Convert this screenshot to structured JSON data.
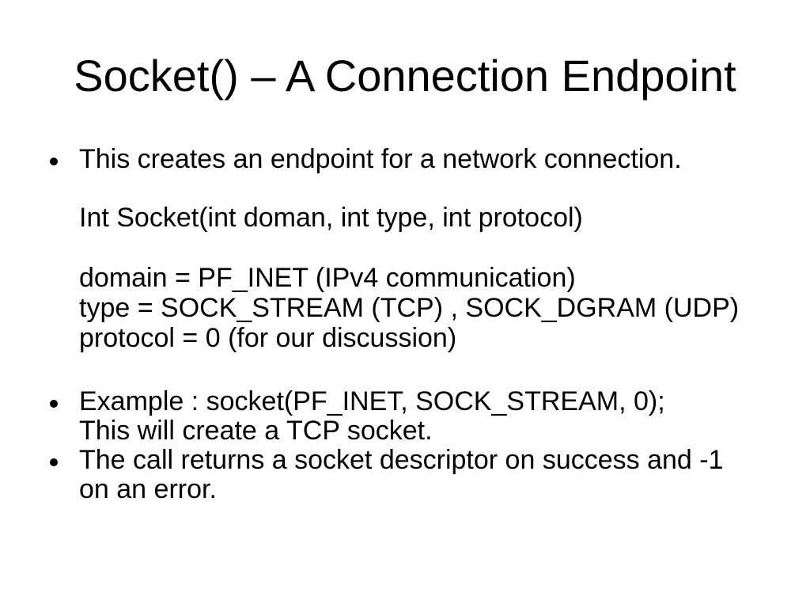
{
  "slide": {
    "title": "Socket() – A Connection Endpoint",
    "colors": {
      "background": "#ffffff",
      "text": "#000000"
    },
    "groups": [
      {
        "bullet": true,
        "lines": [
          "This creates an endpoint for a network connection."
        ]
      },
      {
        "bullet": false,
        "lines": [
          "Int Socket(int doman, int type, int protocol)"
        ]
      },
      {
        "bullet": false,
        "lines": [
          "domain = PF_INET (IPv4 communication)",
          "type = SOCK_STREAM (TCP) , SOCK_DGRAM (UDP)",
          "protocol = 0 (for our discussion)"
        ]
      },
      {
        "bullet": true,
        "lines": [
          "Example : socket(PF_INET, SOCK_STREAM, 0);",
          "This will create a TCP socket."
        ]
      },
      {
        "bullet": true,
        "lines": [
          "The call returns a socket descriptor on success and -1",
          "on an error."
        ]
      }
    ]
  }
}
